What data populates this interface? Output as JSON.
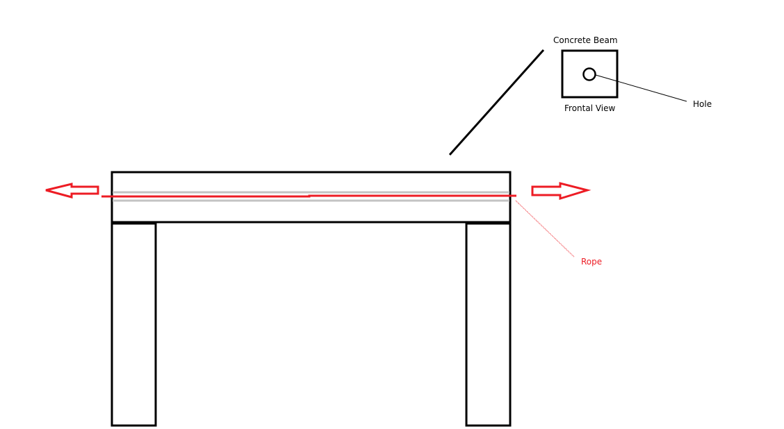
{
  "diagram": {
    "labels": {
      "concrete_beam": "Concrete Beam",
      "frontal_view": "Frontal View",
      "hole": "Hole",
      "rope": "Rope"
    },
    "colors": {
      "stroke": "#000000",
      "rope": "#ed1c24",
      "hole_guides": "#c3c3c3",
      "rope_label": "#ed1c24"
    },
    "arrows": [
      {
        "direction": "left",
        "meaning": "tension"
      },
      {
        "direction": "right",
        "meaning": "tension"
      }
    ]
  }
}
